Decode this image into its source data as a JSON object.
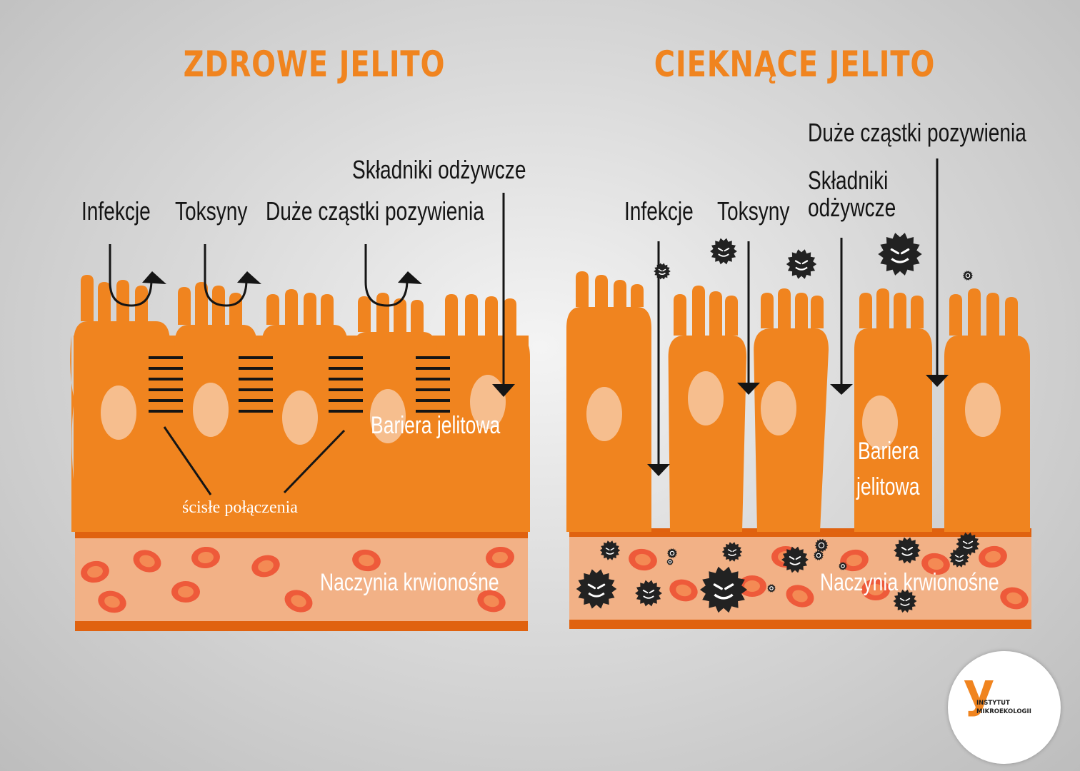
{
  "colors": {
    "orange": "#f0841f",
    "orange_dark": "#e0620f",
    "blood_bg": "#f2b186",
    "rbc": "#ee5a3a",
    "rbc_inner": "#f48a54",
    "nucleus": "#f6be8e",
    "ink": "#151515",
    "microbe": "#222222"
  },
  "healthy": {
    "title": "ZDROWE JELITO",
    "infections": "Infekcje",
    "toxins": "Toksyny",
    "large_food": "Duże cząstki pozywienia",
    "nutrients": "Składniki odżywcze",
    "barrier": "Bariera jelitowa",
    "tight_junctions": "ścisłe połączenia",
    "blood_vessels": "Naczynia krwionośne"
  },
  "leaky": {
    "title": "CIEKNĄCE JELITO",
    "large_food": "Duże cząstki pozywienia",
    "nutrients_line1": "Składniki",
    "nutrients_line2": "odżywcze",
    "infections": "Infekcje",
    "toxins": "Toksyny",
    "barrier_line1": "Bariera",
    "barrier_line2": "jelitowa",
    "blood_vessels": "Naczynia krwionośne"
  },
  "logo": {
    "icon": "y-letter-logo-icon",
    "line1": "INSTYTUT",
    "line2": "MIKROEKOLOGII"
  }
}
